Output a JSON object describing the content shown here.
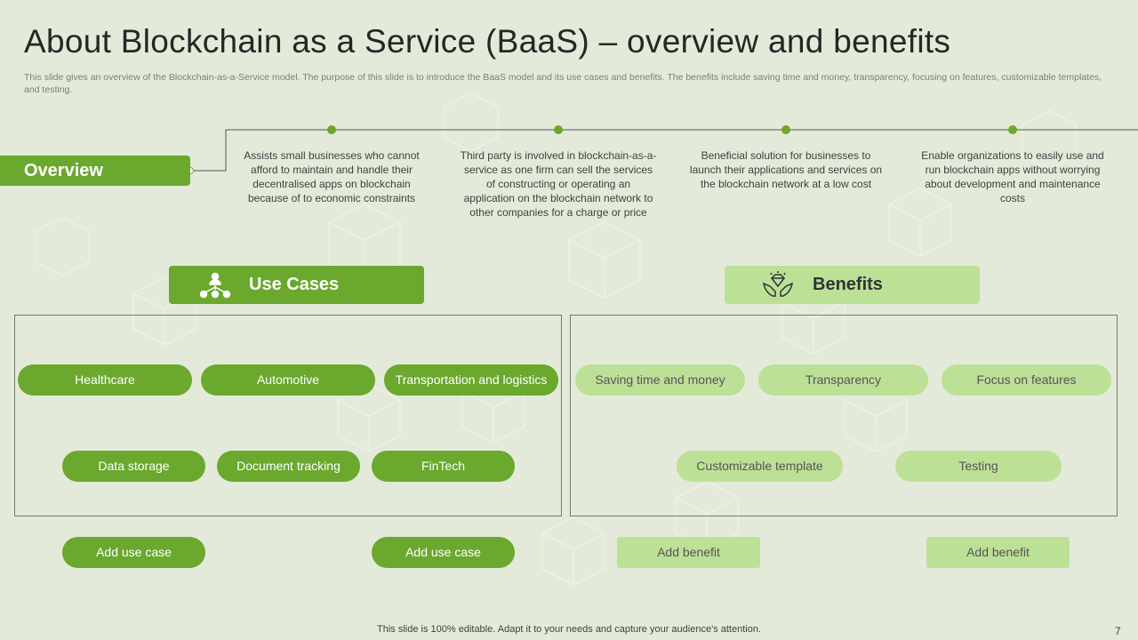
{
  "title": "About Blockchain as a Service (BaaS) – overview and benefits",
  "subtitle": "This slide gives an overview of the Blockchain-as-a-Service model. The purpose of this slide is to introduce the BaaS model and its use cases and benefits. The benefits include saving time and money, transparency, focusing on features, customizable templates, and testing.",
  "overview": {
    "label": "Overview",
    "points": [
      "Assists small businesses who cannot afford to maintain and handle their decentralised apps on blockchain because of to economic constraints",
      "Third party is involved  in blockchain-as-a-service  as one firm can sell the services of constructing or operating an application on the blockchain network to other companies for a charge or price",
      "Beneficial solution for businesses to launch their applications and services on the blockchain network at a low cost",
      "Enable organizations to easily use and run blockchain apps without worrying about development  and maintenance costs"
    ]
  },
  "use_cases": {
    "heading": "Use Cases",
    "icon": "network-users-icon",
    "items": [
      "Healthcare",
      "Automotive",
      "Transportation and logistics",
      "Data storage",
      "Document tracking",
      "FinTech"
    ],
    "add_labels": [
      "Add use case",
      "Add use case"
    ]
  },
  "benefits": {
    "heading": "Benefits",
    "icon": "diamond-hands-icon",
    "items": [
      "Saving time and money",
      "Transparency",
      "Focus on features",
      "Customizable template",
      "Testing"
    ],
    "add_labels": [
      "Add benefit",
      "Add benefit"
    ]
  },
  "footer": "This slide is 100% editable. Adapt it to your needs and capture your audience's attention.",
  "page_number": "7",
  "colors": {
    "dark_green": "#6aa82e",
    "light_green": "#bde097",
    "background": "#e3ead9"
  }
}
